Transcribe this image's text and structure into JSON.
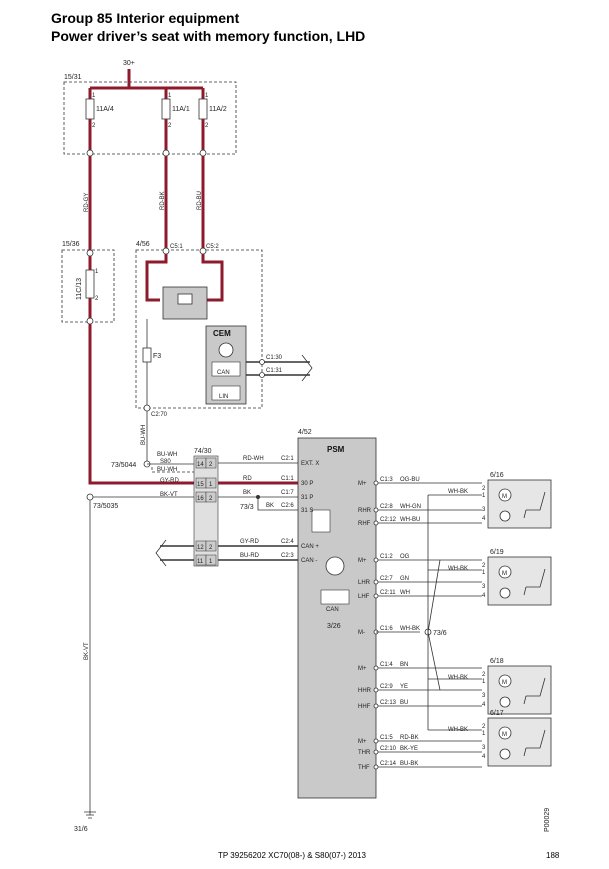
{
  "header": {
    "title": "Group 85 Interior equipment",
    "subtitle": "Power driver’s seat with memory function, LHD"
  },
  "diagram": {
    "supply": "30+",
    "fuse_box_a": "15/31",
    "fuses": [
      "11A/4",
      "11A/1",
      "11A/2"
    ],
    "pin1": "1",
    "pin2": "2",
    "wires_top": [
      "RD-GY",
      "RD-BK",
      "RD-BU"
    ],
    "fuse_box_b": "15/36",
    "fuse_11c": "11C/13",
    "cem_box": "4/56",
    "cem_label": "CEM",
    "cem_pins_top": [
      "C5:1",
      "C5:2"
    ],
    "fuse_f3": "F3",
    "cem_can": "CAN",
    "cem_lin": "LIN",
    "cem_c130": "C1:30",
    "cem_c131": "C1:31",
    "cem_c270": "C2:70",
    "bu_wh_vertical": "BU-WH",
    "bk_vt_vertical": "BK-VT",
    "node_73_5044": "73/5044",
    "node_73_5035": "73/5035",
    "node_73_3": "73/3",
    "node_73_6": "73/6",
    "ground": "31/6",
    "connector_74_30": "74/30",
    "conn_labels": [
      "BU-WH",
      "S80",
      "BU-WH"
    ],
    "conn_pins": [
      {
        "a": "14",
        "b": "2"
      },
      {
        "a": "15",
        "b": "1"
      },
      {
        "a": "16",
        "b": "2"
      },
      {
        "a": "12",
        "b": "2"
      },
      {
        "a": "11",
        "b": "1"
      }
    ],
    "conn_wires": [
      "GY-RD",
      "BK-VT"
    ],
    "psm_box": "4/52",
    "psm_label": "PSM",
    "psm_sub": "3/26",
    "psm_can": "CAN",
    "psm_inputs": [
      {
        "wire": "RD-WH",
        "pin": "C2:1",
        "name": "EXT. X"
      },
      {
        "wire": "RD",
        "pin": "C1:1",
        "name": "30 P"
      },
      {
        "wire": "BK",
        "pin": "C1:7",
        "name": "31 P"
      },
      {
        "wire": "BK",
        "pin": "C2:6",
        "name": "31 S"
      },
      {
        "wire": "GY-RD",
        "pin": "C2:4",
        "name": "CAN +"
      },
      {
        "wire": "BU-RD",
        "pin": "C2:3",
        "name": "CAN -"
      }
    ],
    "psm_outputs": [
      {
        "name": "M+",
        "pin": "C1:3",
        "wire": "OG-BU"
      },
      {
        "name": "RHR",
        "pin": "C2:8",
        "wire": "WH-GN"
      },
      {
        "name": "RHF",
        "pin": "C2:12",
        "wire": "WH-BU"
      },
      {
        "name": "M+",
        "pin": "C1:2",
        "wire": "OG"
      },
      {
        "name": "LHR",
        "pin": "C2:7",
        "wire": "GN"
      },
      {
        "name": "LHF",
        "pin": "C2:11",
        "wire": "WH"
      },
      {
        "name": "M-",
        "pin": "C1:6",
        "wire": "WH-BK"
      },
      {
        "name": "M+",
        "pin": "C1:4",
        "wire": "BN"
      },
      {
        "name": "HHR",
        "pin": "C2:9",
        "wire": "YE"
      },
      {
        "name": "HHF",
        "pin": "C2:13",
        "wire": "BU"
      },
      {
        "name": "M+",
        "pin": "C1:5",
        "wire": "RD-BK"
      },
      {
        "name": "THR",
        "pin": "C2:10",
        "wire": "BK-YE"
      },
      {
        "name": "THF",
        "pin": "C2:14",
        "wire": "BU-BK"
      }
    ],
    "motors": [
      "6/16",
      "6/19",
      "6/18",
      "6/17"
    ],
    "motor_pins": [
      "2",
      "1",
      "3",
      "4"
    ],
    "motor_ground_wire": "WH-BK",
    "doc_code": "P00029"
  },
  "footer": {
    "text": "TP 39256202 XC70(08-) & S80(07-) 2013",
    "page": "188"
  }
}
